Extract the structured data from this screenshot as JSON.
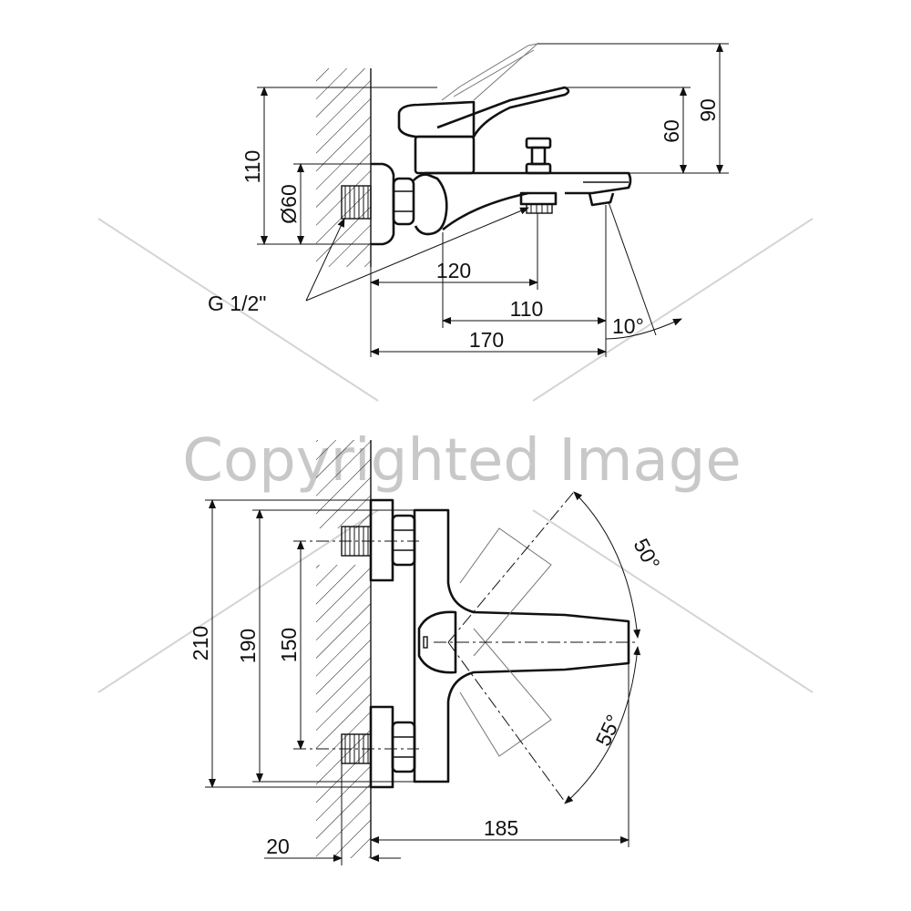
{
  "side_view": {
    "dim_90": "90",
    "dim_60": "60",
    "dim_110_height": "110",
    "dim_d60": "Ø60",
    "dim_120": "120",
    "dim_110_spout": "110",
    "dim_170": "170",
    "angle_10": "10°",
    "thread": "G 1/2\""
  },
  "front_view": {
    "dim_210": "210",
    "dim_190": "190",
    "dim_150": "150",
    "dim_20": "20",
    "dim_185": "185",
    "angle_50": "50°",
    "angle_55": "55°"
  },
  "watermark": {
    "text": "Copyrighted Image",
    "color": "#c8c8c8"
  }
}
